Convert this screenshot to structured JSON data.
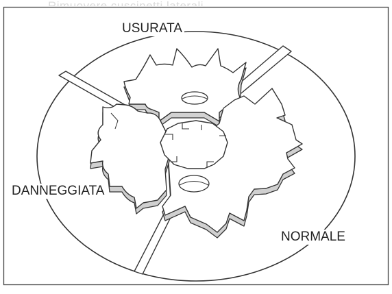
{
  "header_fragment": "Rimuovere cuscinetti laterali",
  "labels": {
    "worn": "USURATA",
    "damaged": "DANNEGGIATA",
    "normal": "NORMALE"
  },
  "colors": {
    "line": "#333333",
    "side": "#cfcfcf",
    "background": "#ffffff"
  }
}
